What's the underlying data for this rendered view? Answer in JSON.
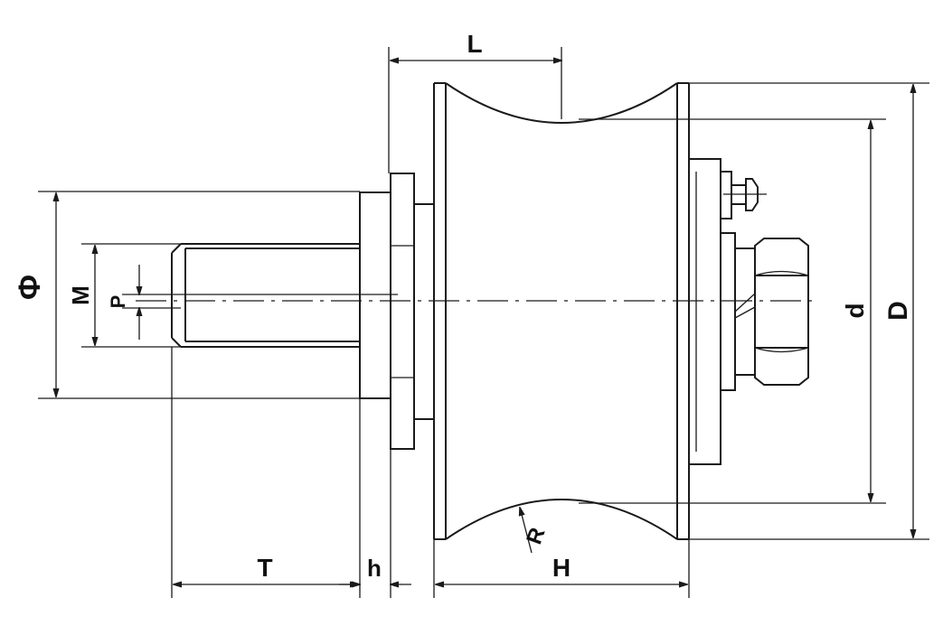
{
  "diagram": {
    "labels": {
      "L": "L",
      "Phi": "Φ",
      "M": "M",
      "P": "P",
      "d": "d",
      "D": "D",
      "R": "R",
      "T": "T",
      "h": "h",
      "H": "H"
    }
  }
}
